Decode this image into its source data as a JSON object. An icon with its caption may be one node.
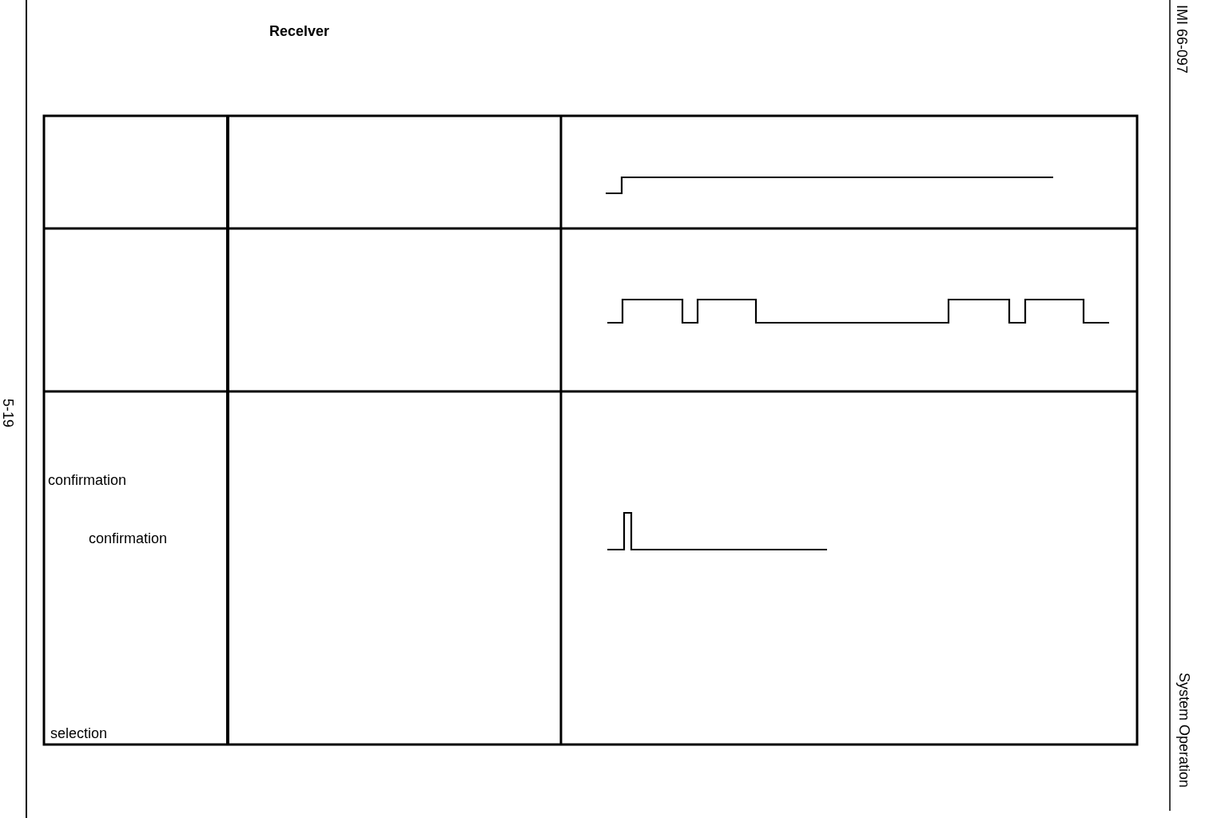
{
  "diagram": {
    "labels": [
      "Recelver",
      "confirmation",
      "confirmation",
      "selection",
      "5-19",
      "IMI 66-097",
      "System Operation"
    ]
  }
}
